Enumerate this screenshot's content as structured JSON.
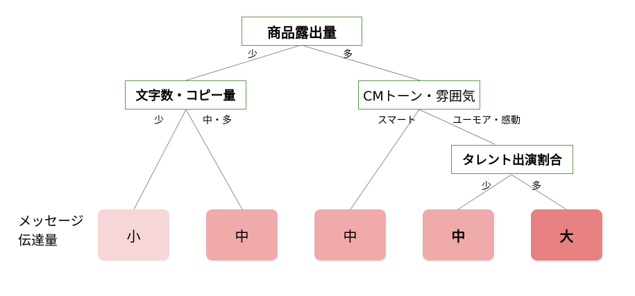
{
  "nodes": {
    "root": "商品露出量",
    "text_copy": "文字数・コピー量",
    "cm_tone": "CMトーン・雰囲気",
    "talent": "タレント出演割合"
  },
  "edge_labels": {
    "root_left": "少",
    "root_right": "多",
    "text_left": "少",
    "text_right": "中・多",
    "cm_left": "スマート",
    "cm_right": "ユーモア・感動",
    "talent_left": "少",
    "talent_right": "多"
  },
  "side_label": {
    "line1": "メッセージ",
    "line2": "伝達量"
  },
  "leaves": [
    {
      "label": "小",
      "color": "#f6d6d6",
      "bold": false
    },
    {
      "label": "中",
      "color": "#f0aaaa",
      "bold": false
    },
    {
      "label": "中",
      "color": "#f0aaaa",
      "bold": false
    },
    {
      "label": "中",
      "color": "#f0aaaa",
      "bold": true
    },
    {
      "label": "大",
      "color": "#e88181",
      "bold": true
    }
  ],
  "colors": {
    "node_border": "#5a9a4c",
    "edge_line": "#8c8c8c"
  }
}
